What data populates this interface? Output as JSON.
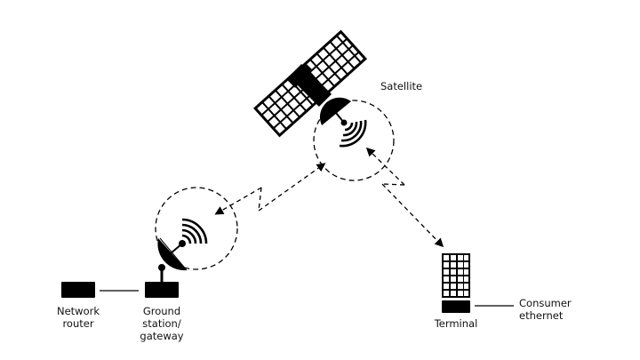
{
  "diagram": {
    "nodes": {
      "satellite": {
        "label": "Satellite",
        "icon": "satellite-icon"
      },
      "ground_station": {
        "label_lines": [
          "Ground",
          "station/",
          "gateway"
        ],
        "icon": "ground-dish-icon"
      },
      "network_router": {
        "label_lines": [
          "Network",
          "router"
        ],
        "icon": "router-box-icon"
      },
      "terminal": {
        "label": "Terminal",
        "icon": "terminal-panel-icon"
      },
      "consumer_ethernet": {
        "label_lines": [
          "Consumer",
          "ethernet"
        ]
      }
    },
    "links": [
      {
        "from": "network_router",
        "to": "ground_station",
        "style": "solid"
      },
      {
        "from": "ground_station",
        "to": "satellite",
        "style": "dashed-lightning",
        "bidirectional": true
      },
      {
        "from": "satellite",
        "to": "terminal",
        "style": "dashed-lightning",
        "bidirectional": true
      },
      {
        "from": "terminal",
        "to": "consumer_ethernet",
        "style": "solid"
      }
    ],
    "colors": {
      "ink": "#000000",
      "background": "#ffffff"
    }
  }
}
